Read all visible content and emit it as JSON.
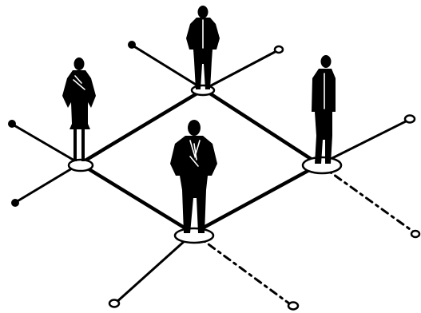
{
  "illustration": {
    "people": [
      {
        "role": "person-top"
      },
      {
        "role": "person-left"
      },
      {
        "role": "person-right"
      },
      {
        "role": "person-front"
      }
    ],
    "colors": {
      "ink": "#000000",
      "background": "#ffffff"
    }
  }
}
